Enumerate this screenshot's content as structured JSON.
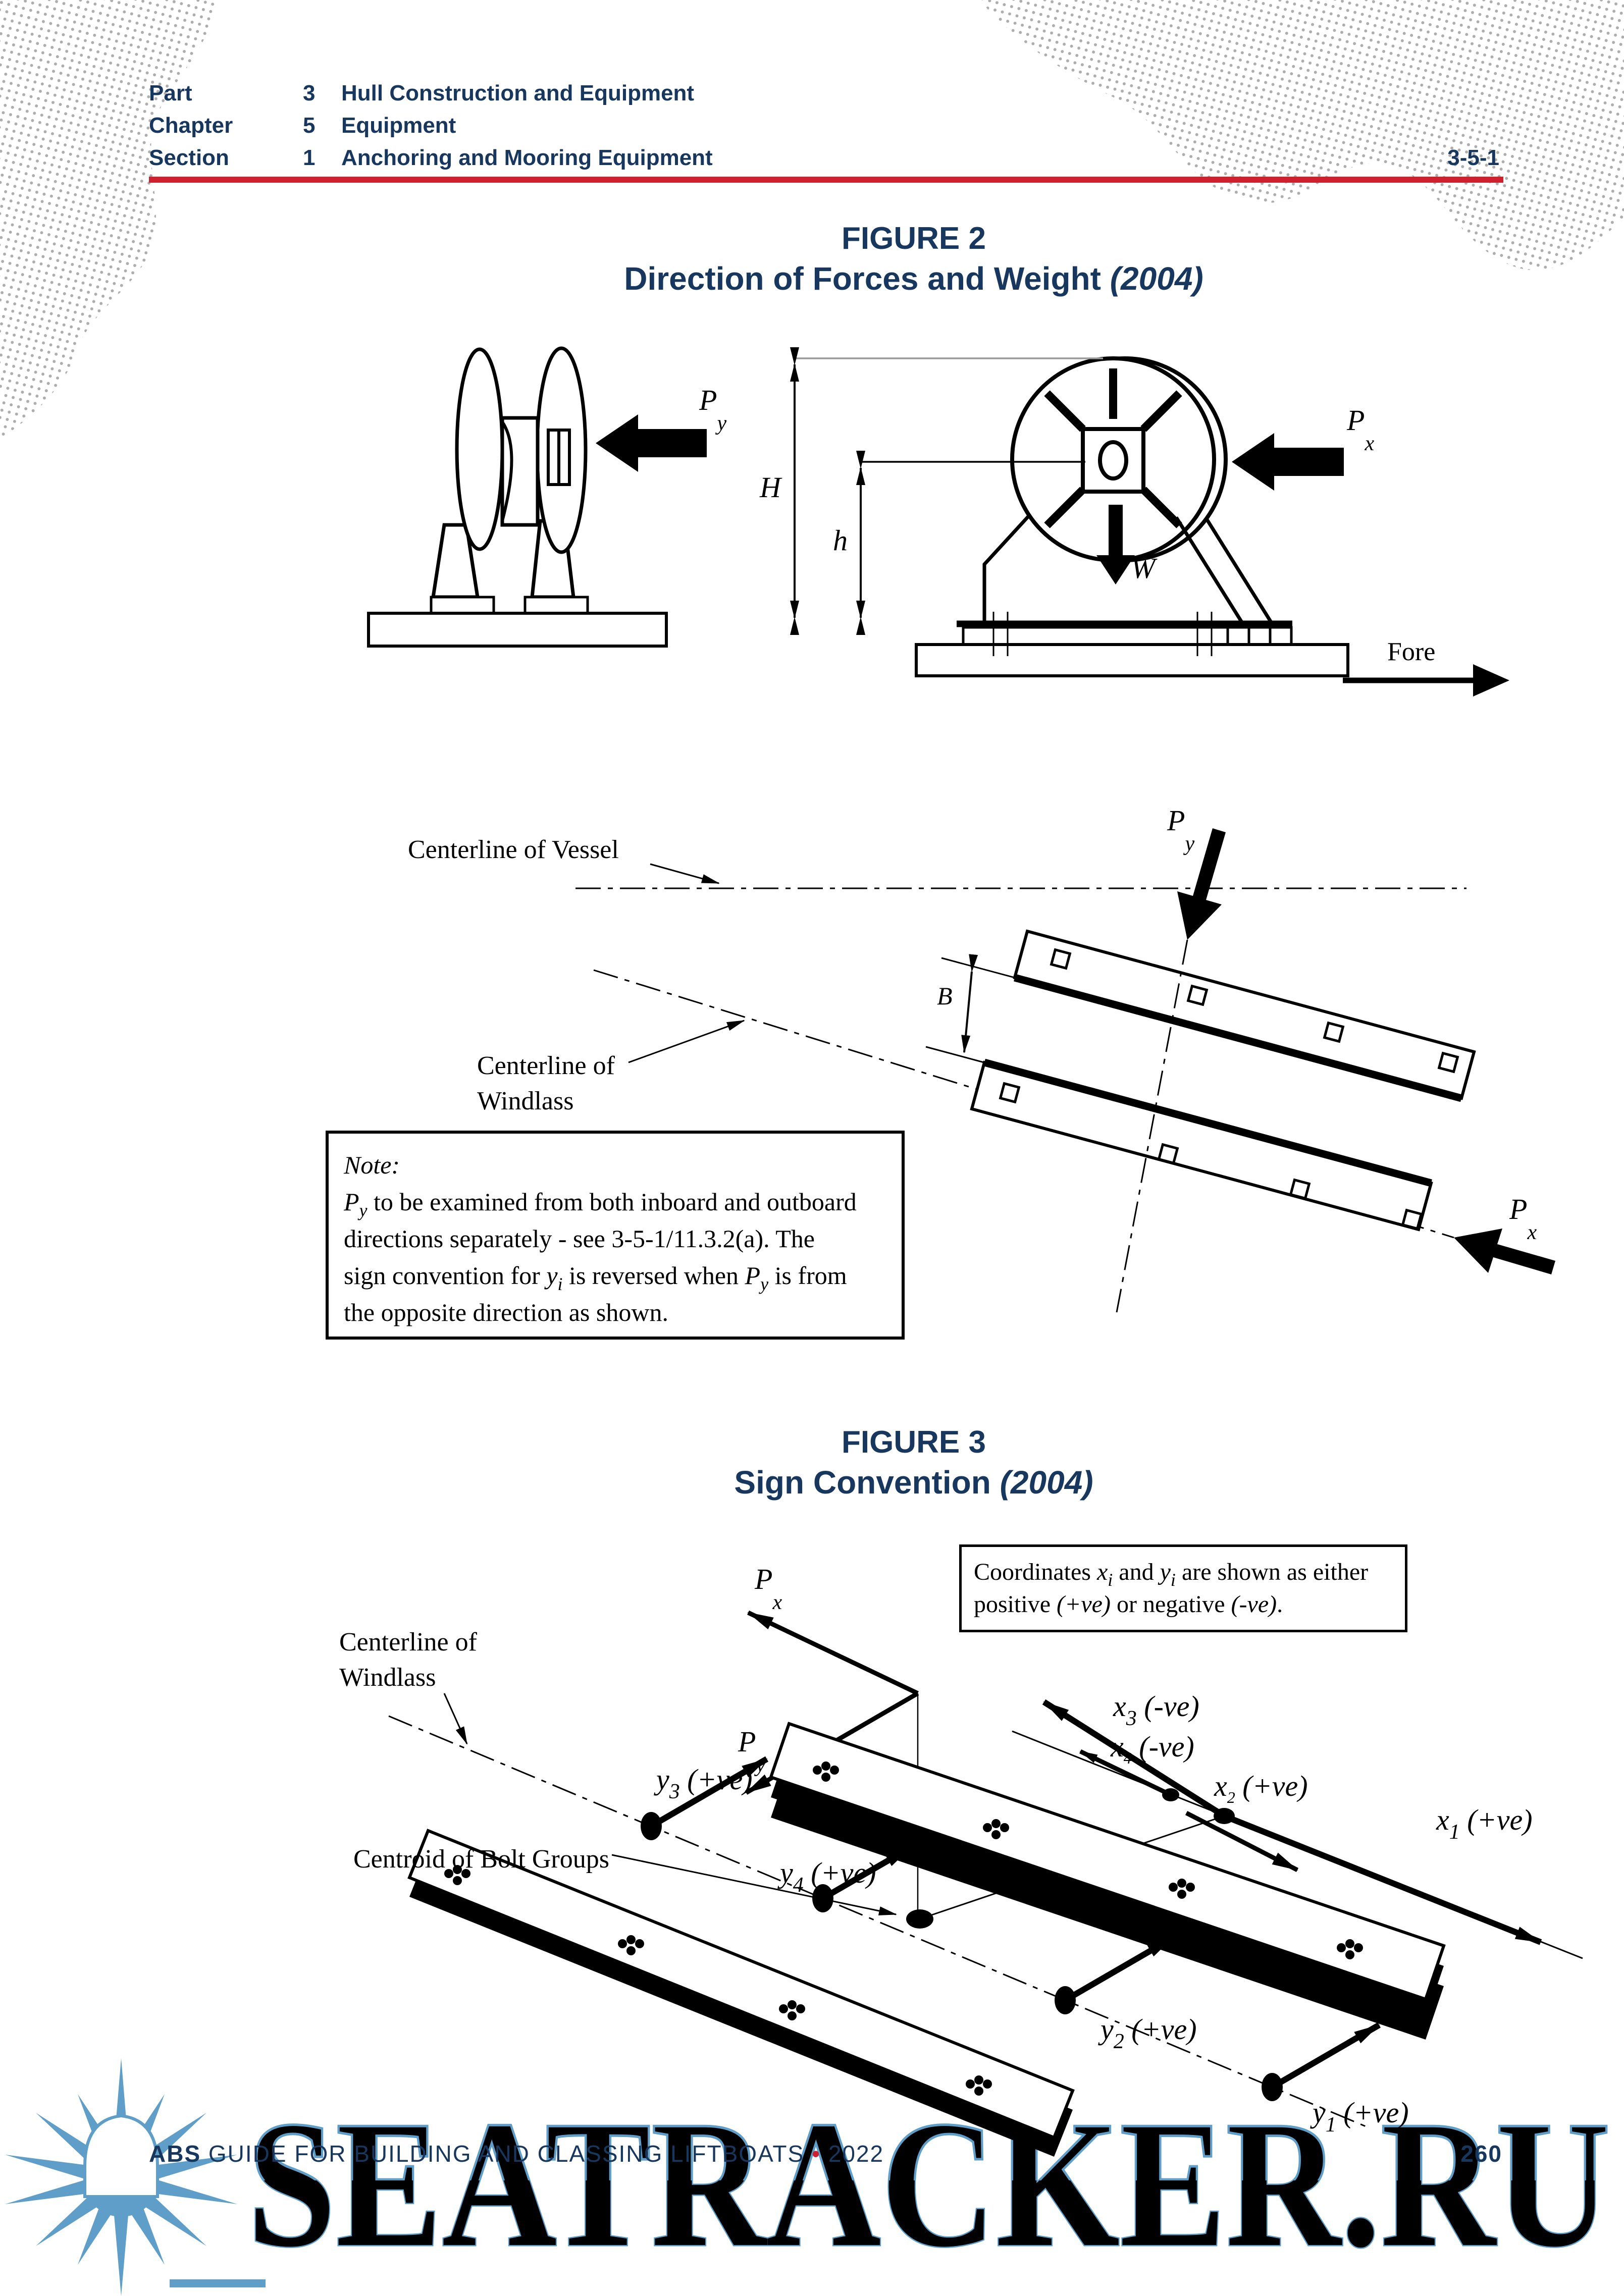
{
  "colors": {
    "navy": "#17375e",
    "rule_red": "#cf2030",
    "watermark_blue": "#5e9ec9",
    "line": "#000000",
    "gray": "#888888",
    "dots": "#999999"
  },
  "header": {
    "rows": [
      {
        "label": "Part",
        "num": "3",
        "title": "Hull Construction and Equipment"
      },
      {
        "label": "Chapter",
        "num": "5",
        "title": "Equipment"
      },
      {
        "label": "Section",
        "num": "1",
        "title": "Anchoring and Mooring Equipment"
      }
    ],
    "page_ref": "3-5-1"
  },
  "figure2": {
    "title": "FIGURE 2",
    "subtitle": "Direction of Forces and Weight ",
    "subtitle_year": "(2004)",
    "labels": {
      "P": "P",
      "x": "x",
      "y": "y",
      "H": "H",
      "h": "h",
      "W": "W",
      "fore": "Fore",
      "cl_vessel": "Centerline of Vessel",
      "cl_windlass1": "Centerline of",
      "cl_windlass2": "Windlass",
      "B": "B"
    },
    "note": {
      "title": "Note:",
      "l1a": "P",
      "l1sub": "y",
      "l1b": " to be examined from both inboard and outboard",
      "l2": "directions separately - see 3-5-1/11.3.2(a).  The",
      "l3a": "sign convention for ",
      "l3b": "y",
      "l3sub": "i",
      "l3c": " is reversed when ",
      "l3d": "P",
      "l3sub2": "y",
      "l3e": " is from",
      "l4": "the opposite direction as shown."
    }
  },
  "figure3": {
    "title": "FIGURE 3",
    "subtitle": "Sign Convention ",
    "subtitle_year": "(2004)",
    "box": {
      "l1a": "Coordinates ",
      "l1b": "x",
      "l1sub": "i",
      "l1c": " and ",
      "l1d": "y",
      "l1sub2": "i",
      "l1e": " are shown as either",
      "l2a": "positive ",
      "l2b": "(+ve)",
      "l2c": " or negative ",
      "l2d": "(-ve)",
      "l2e": "."
    },
    "labels": {
      "cl1": "Centerline of",
      "cl2": "Windlass",
      "centroid": "Centroid of Bolt Groups",
      "P": "P",
      "x": "x",
      "y": "y",
      "x1": "x",
      "x1s": "1",
      "x1sign": " (+ve)",
      "x2": "x",
      "x2s": "2",
      "x2sign": " (+ve)",
      "x3": "x",
      "x3s": "3",
      "x3sign": " (-ve)",
      "x4": "x",
      "x4s": "4",
      "x4sign": " (-ve)",
      "y1": "y",
      "y1s": "1",
      "y1sign": " (+ve)",
      "y2": "y",
      "y2s": "2",
      "y2sign": " (+ve)",
      "y3": "y",
      "y3s": "3",
      "y3sign": " (+ve)",
      "y4": "y",
      "y4s": "4",
      "y4sign": " (+ve)"
    }
  },
  "footer": {
    "brand": "ABS",
    "text": "GUIDE FOR BUILDING AND CLASSING LIFTBOATS",
    "bullet": "•",
    "year": "2022",
    "page": "260"
  },
  "watermark": {
    "text": "SEATRACKER.RU"
  }
}
